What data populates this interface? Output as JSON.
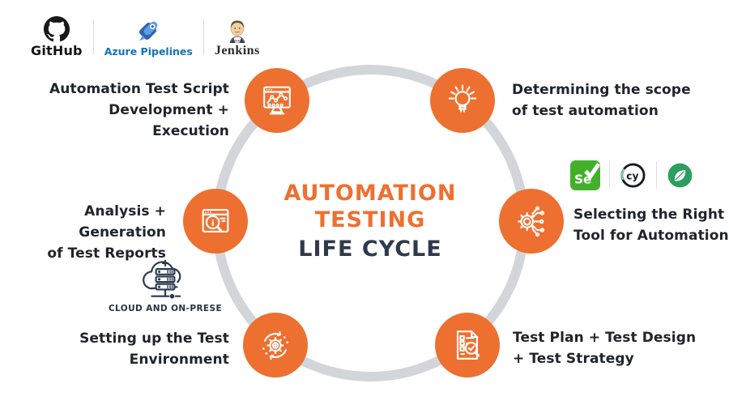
{
  "colors": {
    "stage_orange": "#ED7030",
    "title_orange": "#ED7030",
    "title_navy": "#2E3B4D",
    "ring_gray": "#D2D6DB",
    "label_text": "#20242B",
    "selenium_green": "#43B02A",
    "cypress_dark": "#171926",
    "leaf_green": "#2D9E60",
    "azure_blue": "#1173BC",
    "cloud_navy": "#2B3A4E"
  },
  "logos": {
    "github": {
      "label": "GitHub",
      "icon": "github-octocat-icon"
    },
    "azure": {
      "label": "Azure Pipelines",
      "icon": "azure-pipelines-rocket-icon"
    },
    "jenkins": {
      "label": "Jenkins",
      "icon": "jenkins-butler-icon"
    }
  },
  "title": {
    "line1": "AUTOMATION",
    "line2": "TESTING",
    "line3": "LIFE CYCLE"
  },
  "stages": [
    {
      "icon": "monitor-chart-icon",
      "line1": "Automation Test Script",
      "line2": "Development + Execution"
    },
    {
      "icon": "lightbulb-icon",
      "line1": "Determining the scope",
      "line2": "of test automation"
    },
    {
      "icon": "gear-circuit-icon",
      "line1": "Selecting the Right",
      "line2": "Tool for Automation"
    },
    {
      "icon": "checklist-magnifier-icon",
      "line1": "Test Plan + Test Design",
      "line2": "+ Test Strategy"
    },
    {
      "icon": "gear-arrows-icon",
      "line1": "Setting up the Test",
      "line2": "Environment"
    },
    {
      "icon": "report-magnifier-icon",
      "line1": "Analysis + Generation",
      "line2": "of Test Reports"
    }
  ],
  "tools": {
    "selenium_label": "Se",
    "cypress_label": "cy",
    "leaf": {
      "icon": "leaf-tool-icon"
    }
  },
  "cloud": {
    "label": "CLOUD AND ON-PRESE",
    "icon": "cloud-server-icon"
  }
}
